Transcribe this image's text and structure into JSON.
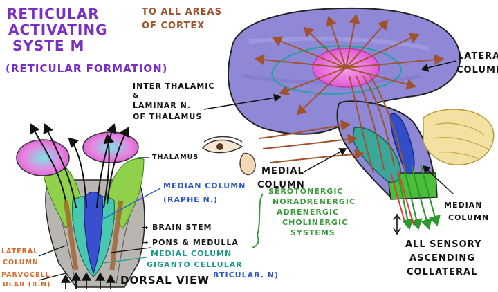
{
  "colors": {
    "title": "#7a2fc4",
    "cortex_note": "#a0522d",
    "cerebrum_fill": "#8f88d6",
    "thalamus_pink": "#e35ad6",
    "cerebellum_yellow": "#f3e1a1",
    "serotonergic_text": "#3a9a3a",
    "median_column_text": "#2f56c9",
    "medial_column_text": "#1f9b8a"
  },
  "labels": {
    "title_line1": "RETICULAR",
    "title_line2": "ACTIVATING",
    "title_line3": "SYSTE M",
    "subtitle": "(RETICULAR FORMATION)",
    "cortex_line1": "TO ALL AREAS",
    "cortex_line2": "OF CORTEX",
    "lateral_column_right_line1": "LATERAL",
    "lateral_column_right_line2": "COLUMN",
    "inter_thalamic_line1": "INTER THALAMIC",
    "inter_thalamic_line2": "&",
    "inter_thalamic_line3": "LAMINAR N.",
    "inter_thalamic_line4": "OF THALAMUS",
    "thalamus": "THALAMUS",
    "medial_column_line1": "MEDIAL",
    "medial_column_line2": "COLUMN",
    "median_column_line1": "MEDIAN COLUMN",
    "median_column_line2": "(RAPHE N.)",
    "serotonergic_line1": "SEROTONERGIC",
    "serotonergic_line2": "NORADRENERGIC",
    "serotonergic_line3": "ADRENERGIC",
    "serotonergic_line4": "CHOLINERGIC",
    "serotonergic_line5": "SYSTEMS",
    "median_column_right_line1": "MEDIAN",
    "median_column_right_line2": "COLUMN",
    "brain_stem": "→ BRAIN STEM",
    "pons_medulla": "→ PONS & MEDULLA",
    "medial_column_small_line1": "MEDIAL COLUMN",
    "medial_column_small_line2": "GIGANTO CELLULAR",
    "medial_column_small_line3": "RTICULAR. N)",
    "dorsal_view": "DORSAL VIEW",
    "lateral_column_left_line1": "LATERAL",
    "lateral_column_left_line2": "COLUMN",
    "parvocellular_line1": "PARVOCELL",
    "parvocellular_line2": "ULAR (R.N)",
    "sensory_line1": "ALL SENSORY",
    "sensory_line2": "ASCENDING",
    "sensory_line3": "COLLATERAL"
  }
}
